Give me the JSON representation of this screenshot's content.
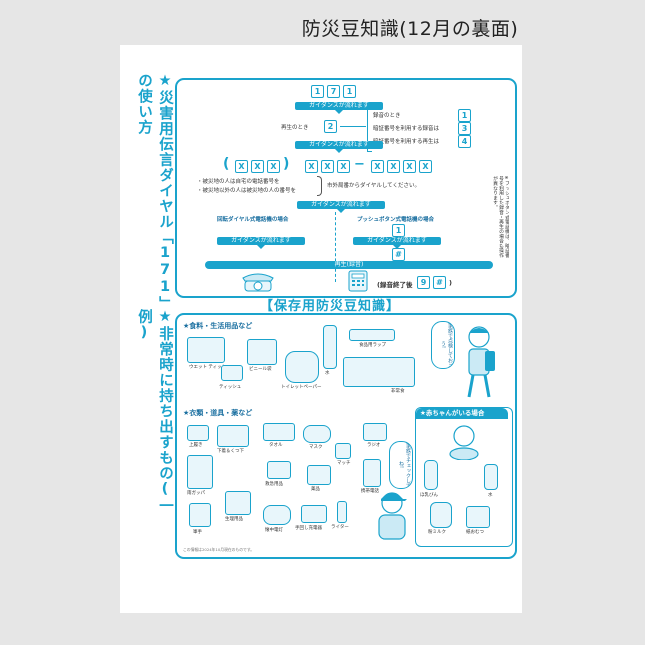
{
  "page_title": "防災豆知識(12月の裏面)",
  "left_titles": {
    "top": "★災害用伝言ダイヤル「171」の使い方",
    "bottom": "★非常時に持ち出すもの(一例)"
  },
  "dial": {
    "code": [
      "1",
      "7",
      "1"
    ],
    "guidance": "ガイダンスが流れます",
    "record_label": "録音のとき",
    "record_num": "1",
    "play_label": "再生のとき",
    "play_num": "2",
    "pin_record_label": "暗証番号を利用する録音は",
    "pin_record_num": "3",
    "pin_play_label": "暗証番号を利用する再生は",
    "pin_play_num": "4",
    "x": "X",
    "open": "(",
    "close": ")",
    "dash": "−",
    "note_a": "・被災地の人は自宅の電話番号を",
    "note_b": "・被災地以外の人は被災地の人の番号を",
    "note_c": "市外局番からダイヤルしてください。",
    "rotary_title": "回転ダイヤル式電話機の場合",
    "push_title": "プッシュボタン式電話機の場合",
    "push_key1": "1",
    "push_key2": "#",
    "playback": "再生(録音)",
    "finish_label": "(録音終了後",
    "finish_key1": "9",
    "finish_key2": "#",
    "finish_close": ")",
    "side_note": "※プッシュボタン式電話機は、暗証番号を利用した録音・再生の場合も操作が異なります。"
  },
  "hoard": {
    "header": "【保存用防災豆知識】",
    "food_title": "★食料・生活用品など",
    "food_items": [
      "ウエット ティッシュ",
      "ビニール袋",
      "ティッシュ",
      "トイレットペーパー",
      "水",
      "食品用ラップ",
      "非常食"
    ],
    "cloth_title": "★衣類・道具・薬など",
    "cloth_items": [
      "上履き",
      "下着＆くつ下",
      "雨ガッパ",
      "タオル",
      "マスク",
      "ラジオ",
      "マッチ",
      "救急用品",
      "携帯電話",
      "軍手",
      "生理用品",
      "懐中電灯",
      "手回し充電器",
      "ライター",
      "薬品"
    ],
    "baby_title": "★赤ちゃんがいる場合",
    "baby_items": [
      "ほ乳びん",
      "水",
      "紙おむつ",
      "粉ミルク"
    ],
    "speech_top": "家族で点検しておこう!",
    "speech_bottom": "家族でチェックしてね!",
    "footer": "この情報は2024年10月現在のものです。"
  }
}
